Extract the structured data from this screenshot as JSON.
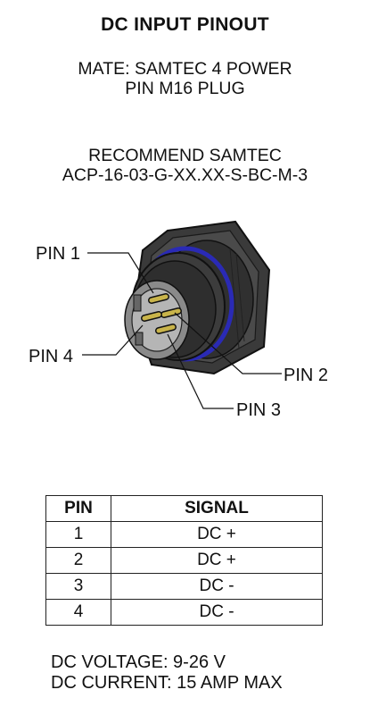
{
  "title": "DC INPUT PINOUT",
  "mate": {
    "line1": "MATE: SAMTEC 4 POWER",
    "line2": "PIN M16 PLUG"
  },
  "recommend": {
    "line1": "RECOMMEND SAMTEC",
    "line2": "ACP-16-03-G-XX.XX-S-BC-M-3"
  },
  "pin_callouts": {
    "pin1": "PIN 1",
    "pin2": "PIN 2",
    "pin3": "PIN 3",
    "pin4": "PIN 4"
  },
  "table": {
    "headers": [
      "PIN",
      "SIGNAL"
    ],
    "rows": [
      {
        "pin": "1",
        "signal": "DC +"
      },
      {
        "pin": "2",
        "signal": "DC +"
      },
      {
        "pin": "3",
        "signal": "DC -"
      },
      {
        "pin": "4",
        "signal": "DC -"
      }
    ]
  },
  "specs": {
    "voltage": "DC VOLTAGE: 9-26 V",
    "current": "DC CURRENT: 15 AMP MAX"
  },
  "colors": {
    "ink": "#111111",
    "housing": "#2b2b2b",
    "seal": "#2a2ab5",
    "contacts": "#c9b44a"
  }
}
